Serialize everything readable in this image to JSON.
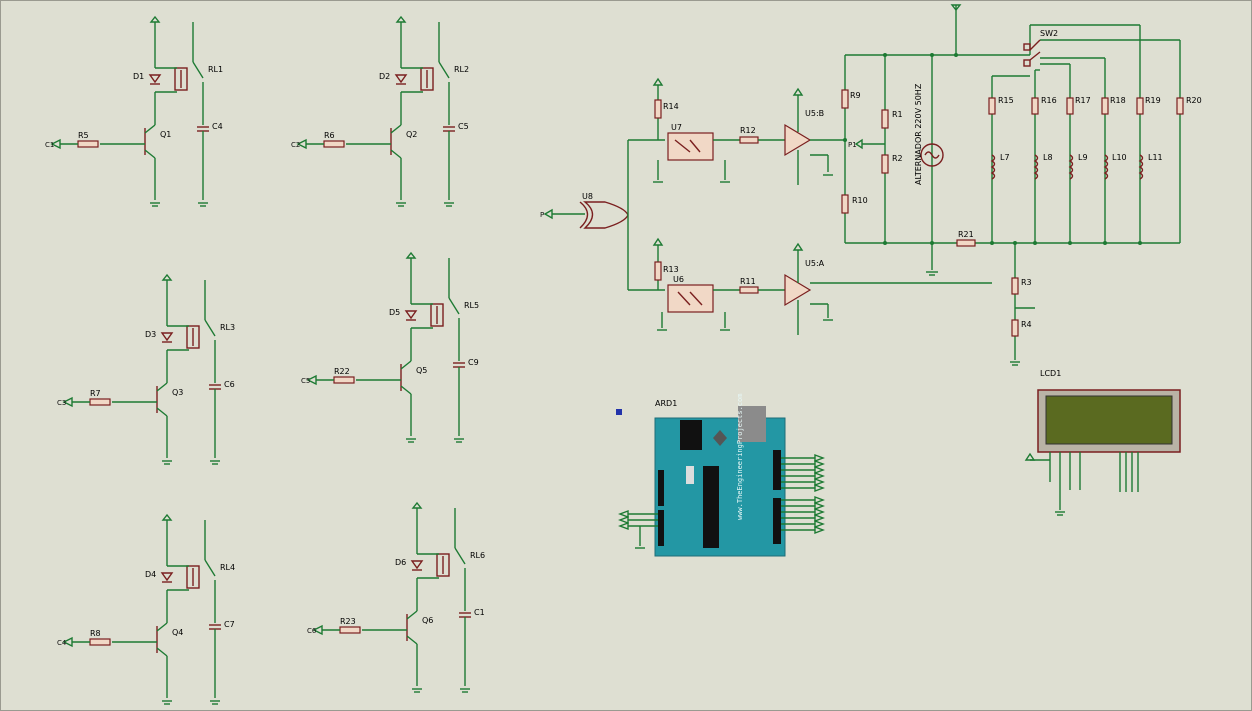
{
  "schematic": {
    "relay_drivers": [
      {
        "id": "drv1",
        "diode": "D1",
        "transistor": "Q1",
        "resistor": "R5",
        "capacitor": "C4",
        "relay": "RL1",
        "input": "C1"
      },
      {
        "id": "drv2",
        "diode": "D2",
        "transistor": "Q2",
        "resistor": "R6",
        "capacitor": "C5",
        "relay": "RL2",
        "input": "C2"
      },
      {
        "id": "drv3",
        "diode": "D3",
        "transistor": "Q3",
        "resistor": "R7",
        "capacitor": "C6",
        "relay": "RL3",
        "input": "C3"
      },
      {
        "id": "drv4",
        "diode": "D5",
        "transistor": "Q5",
        "resistor": "R22",
        "capacitor": "C9",
        "relay": "RL5",
        "input": "C5"
      },
      {
        "id": "drv5",
        "diode": "D4",
        "transistor": "Q4",
        "resistor": "R8",
        "capacitor": "C7",
        "relay": "RL4",
        "input": "C4"
      },
      {
        "id": "drv6",
        "diode": "D6",
        "transistor": "Q6",
        "resistor": "R23",
        "capacitor": "C1",
        "relay": "RL6",
        "input": "C6"
      }
    ],
    "labels": {
      "r14": "R14",
      "u7": "U7",
      "r12": "R12",
      "u5b": "U5:B",
      "u8": "U8",
      "p_in": "P",
      "r13": "R13",
      "u6": "U6",
      "r11": "R11",
      "u5a": "U5:A",
      "r9": "R9",
      "r1": "R1",
      "r2": "R2",
      "p1": "P1",
      "r10": "R10",
      "r21": "R21",
      "alternator": "ALTERNADOR 220V 50HZ",
      "sw2": "SW2",
      "r15": "R15",
      "r16": "R16",
      "r17": "R17",
      "r18": "R18",
      "r19": "R19",
      "r20": "R20",
      "l7": "L7",
      "l8": "L8",
      "l9": "L9",
      "l10": "L10",
      "l11": "L11",
      "r3": "R3",
      "r4": "R4",
      "lcd": "LCD1",
      "ard": "ARD1",
      "ard_url": "www.TheEngineeringProjects.com"
    }
  }
}
